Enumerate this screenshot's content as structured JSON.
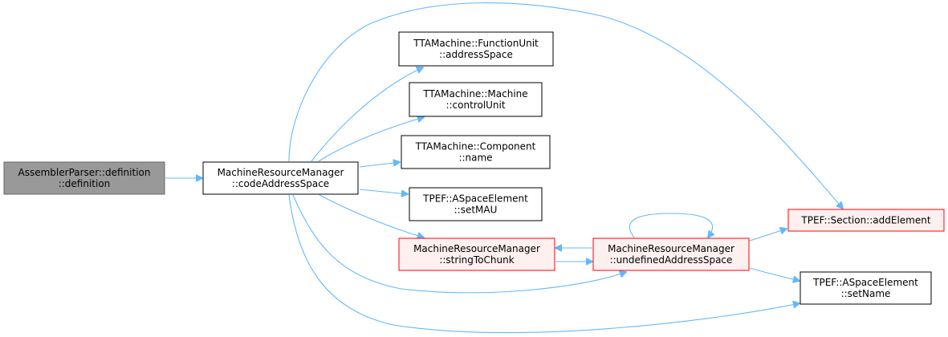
{
  "diagram": {
    "type": "call-graph",
    "colors": {
      "edge": "#63b8ff",
      "node_fill_default": "#ffffff",
      "node_stroke_default": "#000000",
      "node_fill_focus": "#999999",
      "node_stroke_focus": "#666666",
      "node_fill_truncated": "#fff0f0",
      "node_stroke_truncated": "#ff0000"
    },
    "nodes": [
      {
        "id": "assembler-parser-definition",
        "lines": [
          "AssemblerParser::definition",
          "::definition"
        ],
        "style": "focus"
      },
      {
        "id": "code-address-space",
        "lines": [
          "MachineResourceManager",
          "::codeAddressSpace"
        ],
        "style": "default"
      },
      {
        "id": "function-unit-address-space",
        "lines": [
          "TTAMachine::FunctionUnit",
          "::addressSpace"
        ],
        "style": "default"
      },
      {
        "id": "machine-control-unit",
        "lines": [
          "TTAMachine::Machine",
          "::controlUnit"
        ],
        "style": "default"
      },
      {
        "id": "component-name",
        "lines": [
          "TTAMachine::Component",
          "::name"
        ],
        "style": "default"
      },
      {
        "id": "aspace-element-set-mau",
        "lines": [
          "TPEF::ASpaceElement",
          "::setMAU"
        ],
        "style": "default"
      },
      {
        "id": "string-to-chunk",
        "lines": [
          "MachineResourceManager",
          "::stringToChunk"
        ],
        "style": "truncated"
      },
      {
        "id": "undefined-address-space",
        "lines": [
          "MachineResourceManager",
          "::undefinedAddressSpace"
        ],
        "style": "truncated"
      },
      {
        "id": "section-add-element",
        "lines": [
          "TPEF::Section::addElement"
        ],
        "style": "truncated"
      },
      {
        "id": "aspace-element-set-name",
        "lines": [
          "TPEF::ASpaceElement",
          "::setName"
        ],
        "style": "default"
      }
    ],
    "edges": [
      {
        "from": "assembler-parser-definition",
        "to": "code-address-space"
      },
      {
        "from": "code-address-space",
        "to": "function-unit-address-space"
      },
      {
        "from": "code-address-space",
        "to": "machine-control-unit"
      },
      {
        "from": "code-address-space",
        "to": "component-name"
      },
      {
        "from": "code-address-space",
        "to": "aspace-element-set-mau"
      },
      {
        "from": "code-address-space",
        "to": "string-to-chunk"
      },
      {
        "from": "code-address-space",
        "to": "undefined-address-space"
      },
      {
        "from": "code-address-space",
        "to": "section-add-element"
      },
      {
        "from": "code-address-space",
        "to": "aspace-element-set-name"
      },
      {
        "from": "string-to-chunk",
        "to": "undefined-address-space"
      },
      {
        "from": "undefined-address-space",
        "to": "string-to-chunk"
      },
      {
        "from": "undefined-address-space",
        "to": "undefined-address-space"
      },
      {
        "from": "undefined-address-space",
        "to": "section-add-element"
      },
      {
        "from": "undefined-address-space",
        "to": "aspace-element-set-name"
      }
    ]
  }
}
